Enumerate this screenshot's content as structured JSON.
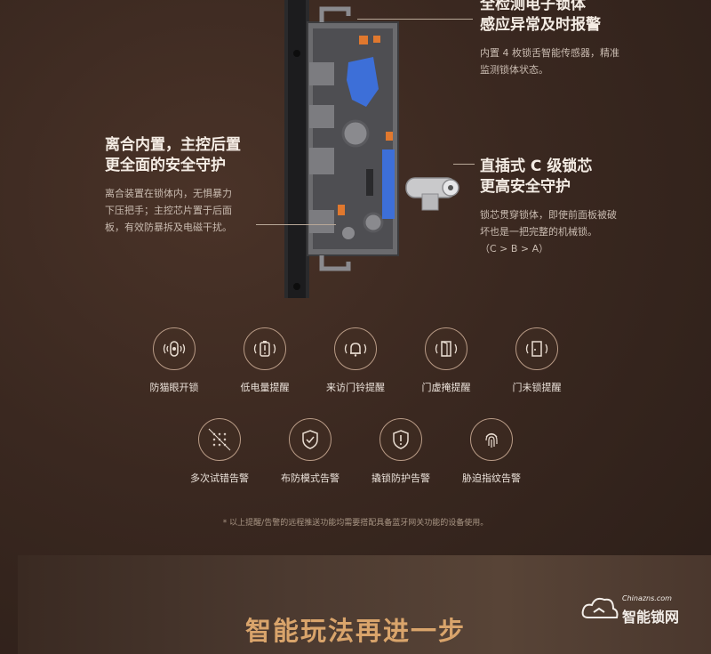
{
  "callouts": {
    "sensor": {
      "title_line1": "全检测电子锁体",
      "title_line2": "感应异常及时报警",
      "desc_line1": "内置 4 枚锁舌智能传感器，精准",
      "desc_line2": "监测锁体状态。"
    },
    "clutch": {
      "title_line1": "离合内置，主控后置",
      "title_line2": "更全面的安全守护",
      "desc_line1": "离合装置在锁体内，无惧暴力",
      "desc_line2": "下压把手；主控芯片置于后面",
      "desc_line3": "板，有效防暴拆及电磁干扰。"
    },
    "cylinder": {
      "title_line1": "直插式 C 级锁芯",
      "title_line2": "更高安全守护",
      "desc_line1": "锁芯贯穿锁体，即使前面板被破",
      "desc_line2": "坏也是一把完整的机械锁。",
      "desc_line3": "（C > B > A）"
    }
  },
  "features_row1": [
    {
      "label": "防猫眼开锁",
      "icon": "cat-eye-icon"
    },
    {
      "label": "低电量提醒",
      "icon": "battery-icon"
    },
    {
      "label": "来访门铃提醒",
      "icon": "bell-icon"
    },
    {
      "label": "门虚掩提醒",
      "icon": "door-ajar-icon"
    },
    {
      "label": "门未锁提醒",
      "icon": "door-unlocked-icon"
    }
  ],
  "features_row2": [
    {
      "label": "多次试错告警",
      "icon": "keypad-icon"
    },
    {
      "label": "布防模式告警",
      "icon": "shield-check-icon"
    },
    {
      "label": "撬锁防护告警",
      "icon": "shield-alert-icon"
    },
    {
      "label": "胁迫指纹告警",
      "icon": "fingerprint-icon"
    }
  ],
  "note": "* 以上提醒/告警的远程推送功能均需要搭配具备蓝牙网关功能的设备使用。",
  "section_title": "智能玩法再进一步",
  "watermark": {
    "small": "Chinazns.com",
    "big": "智能锁网"
  },
  "colors": {
    "background": "#3a2820",
    "accent_gold": "#d9a46b",
    "sensor_blue": "#3d6fd8",
    "sensor_orange": "#e0782e"
  }
}
